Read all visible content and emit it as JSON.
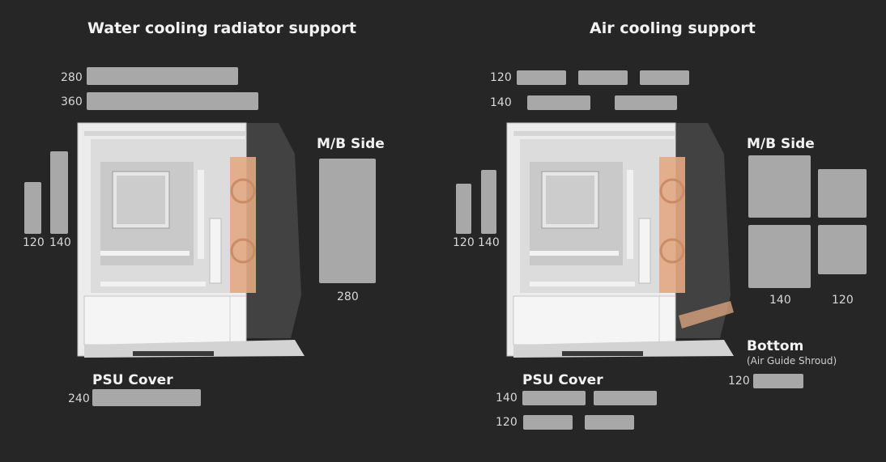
{
  "water": {
    "title": "Water cooling radiator support",
    "top_sizes": [
      "280",
      "360"
    ],
    "front_sizes": [
      "120",
      "140"
    ],
    "side_heading": "M/B Side",
    "side_size": "280",
    "psu_heading": "PSU Cover",
    "psu_size": "240"
  },
  "air": {
    "title": "Air cooling support",
    "top_sizes": [
      "120",
      "140"
    ],
    "front_sizes": [
      "120",
      "140"
    ],
    "side_heading": "M/B Side",
    "side_sizes": [
      "140",
      "120"
    ],
    "bottom_heading": "Bottom",
    "bottom_sub": "(Air Guide Shroud)",
    "bottom_size": "120",
    "psu_heading": "PSU Cover",
    "psu_sizes": [
      "140",
      "120"
    ]
  },
  "colors": {
    "background": "#262626",
    "placeholder": "#a8a8a8",
    "case_body": "#eeeeee",
    "fan_bracket": "#e3a882"
  }
}
